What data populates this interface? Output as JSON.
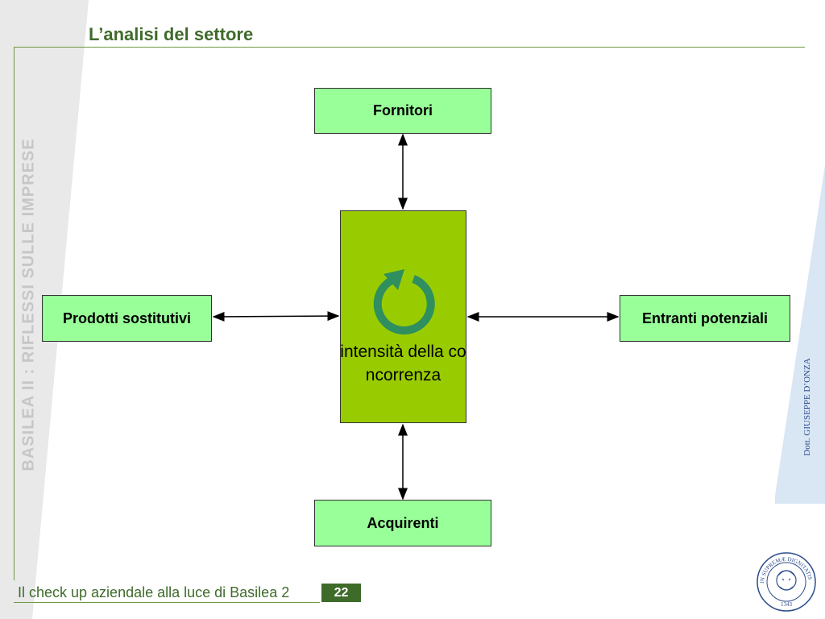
{
  "slide": {
    "title": "L’analisi del settore",
    "side_text": "BASILEA II : RIFLESSI SULLE IMPRESE",
    "author": "Dott. GIUSEPPE D’ONZA",
    "footer_text": "Il check up aziendale alla luce di Basilea 2",
    "page_number": "22"
  },
  "diagram": {
    "top": "Fornitori",
    "left": "Prodotti sostitutivi",
    "right": "Entranti potenziali",
    "bottom": "Acquirenti",
    "center": "intensità della concorrenza"
  },
  "seal": {
    "motto": "IN SUPREMÆ DIGNITATIS",
    "year": "1343"
  },
  "colors": {
    "box_fill": "#99ff99",
    "center_fill": "#99cc00",
    "title_green": "#3f6b2a",
    "cycle_icon": "#2f8f5f"
  }
}
